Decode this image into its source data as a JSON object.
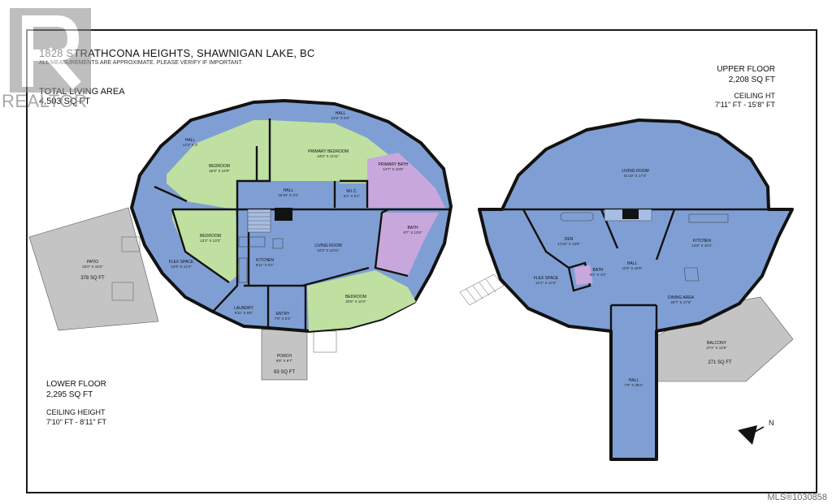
{
  "header": {
    "title": "1828 STRATHCONA HEIGHTS, SHAWNIGAN LAKE, BC",
    "disclaimer": "ALL MEASUREMENTS ARE APPROXIMATE. PLEASE VERIFY IF IMPORTANT.",
    "total_label": "TOTAL LIVING AREA",
    "total_value": "4,503 SQ FT"
  },
  "lower_floor": {
    "label": "LOWER FLOOR",
    "area": "2,295 SQ FT",
    "ceiling_label": "CEILING HEIGHT",
    "ceiling_value": "7'10\" FT - 8'11\" FT",
    "rooms": {
      "hall_top": {
        "name": "HALL",
        "dims": "21'6\" X 5'0\""
      },
      "hall_left": {
        "name": "HALL",
        "dims": "12'3\" X 3'"
      },
      "bedroom_nw": {
        "name": "BEDROOM",
        "dims": "16'3\" X 14'9\""
      },
      "primary_bedroom": {
        "name": "PRIMARY BEDROOM",
        "dims": "24'8\" X 11'11\""
      },
      "primary_bath": {
        "name": "PRIMARY BATH",
        "dims": "14'7\" X 10'0\""
      },
      "wic": {
        "name": "W.I.C.",
        "dims": "6'1\" X 5'1\""
      },
      "hall_mid": {
        "name": "HALL",
        "dims": "16'10\" X 3'1\""
      },
      "bedroom_w": {
        "name": "BEDROOM",
        "dims": "13'1\" X 13'3\""
      },
      "bath": {
        "name": "BATH",
        "dims": "8'7\" X 12'6\""
      },
      "living_room": {
        "name": "LIVING ROOM",
        "dims": "22'3\" X 13'11\""
      },
      "kitchen": {
        "name": "KITCHEN",
        "dims": "8'11\" X 9'1\""
      },
      "flex_space": {
        "name": "FLEX SPACE",
        "dims": "12'9\" X 14'4\""
      },
      "bedroom_se": {
        "name": "BEDROOM",
        "dims": "20'6\" X 10'2\""
      },
      "laundry": {
        "name": "LAUNDRY",
        "dims": "9'11\" X 8'6\""
      },
      "entry": {
        "name": "ENTRY",
        "dims": "7'8\" X 5'4\""
      },
      "patio": {
        "name": "PATIO",
        "dims": "22'0\" X 19'2\"",
        "area": "378 SQ FT"
      },
      "porch": {
        "name": "PORCH",
        "dims": "9'8\" X 9'7\"",
        "area": "93 SQ FT"
      }
    }
  },
  "upper_floor": {
    "label": "UPPER FLOOR",
    "area": "2,208 SQ FT",
    "ceiling_label": "CEILING HT",
    "ceiling_value": "7'11\" FT - 15'8\" FT",
    "rooms": {
      "living_room": {
        "name": "LIVING ROOM",
        "dims": "51'10\" X 17'3\""
      },
      "den": {
        "name": "DEN",
        "dims": "14'10\" X 13'6\""
      },
      "kitchen": {
        "name": "KITCHEN",
        "dims": "14'8\" X 15'1\""
      },
      "flex_space": {
        "name": "FLEX SPACE",
        "dims": "21'1\" X 14'4\""
      },
      "bath": {
        "name": "BATH",
        "dims": "6'2\" X 4'2\""
      },
      "hall_center": {
        "name": "HALL",
        "dims": "11'6\" X 16'9\""
      },
      "dining_area": {
        "name": "DINING AREA",
        "dims": "20'7\" X 17'3\""
      },
      "balcony": {
        "name": "BALCONY",
        "dims": "27'4\" X 12'9\"",
        "area": "271 SQ FT"
      },
      "hall_south": {
        "name": "HALL",
        "dims": "7'0\" X 38'4\""
      }
    }
  },
  "compass": {
    "letter": "N"
  },
  "watermark": {
    "brand": "REALTOR",
    "mls": "MLS®1030858"
  },
  "colors": {
    "room_blue": "#7f9fd4",
    "room_green": "#bfe0a0",
    "room_purple": "#c8a8dc",
    "deck_gray": "#c4c4c4",
    "wall": "#121212"
  }
}
